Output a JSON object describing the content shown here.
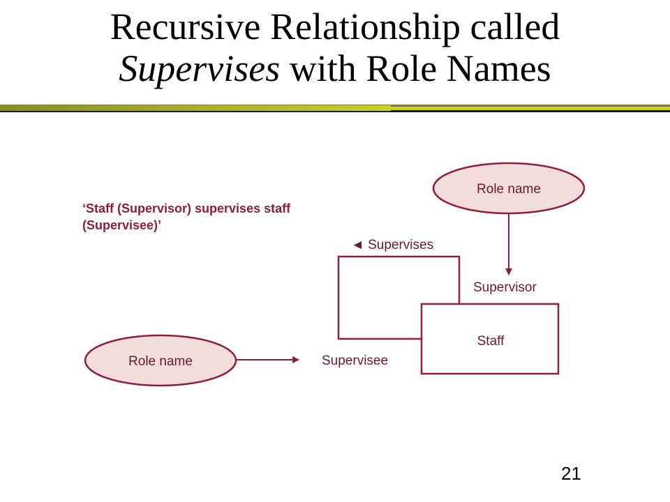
{
  "slide": {
    "title_line1": "Recursive Relationship called",
    "title_emphasis": "Supervises",
    "title_rest": " with Role Names",
    "page_number": "21"
  },
  "diagram": {
    "quote": "‘Staff (Supervisor) supervises staff (Supervisee)’",
    "relationship_label": "◄ Supervises",
    "entity_label": "Staff",
    "role_top": "Supervisor",
    "role_bottom": "Supervisee",
    "callout_top": "Role name",
    "callout_left": "Role name",
    "colors": {
      "stroke": "#8c1f3a",
      "ellipse_fill": "#f3dcdc",
      "label": "#6b1a2e"
    }
  }
}
